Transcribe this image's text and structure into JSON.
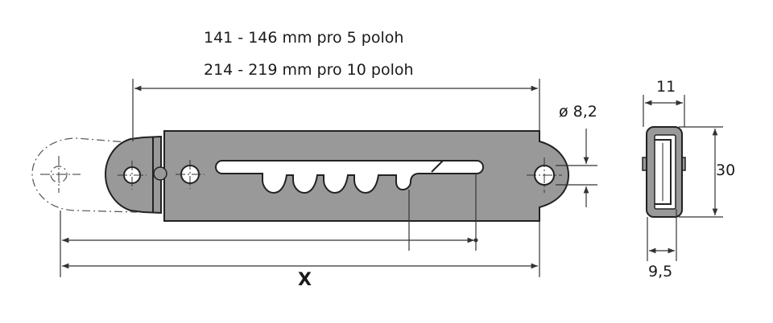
{
  "labels": {
    "range_5": "141 - 146 mm pro 5 poloh",
    "range_10": "214 - 219 mm pro 10 poloh",
    "diameter": "ø 8,2",
    "width_top": "11",
    "height": "30",
    "width_bottom": "9,5",
    "x_dimension": "X"
  },
  "colors": {
    "body_fill": "#999999",
    "outline": "#222222",
    "dim_line": "#333333",
    "ghost_outline": "#555555"
  }
}
